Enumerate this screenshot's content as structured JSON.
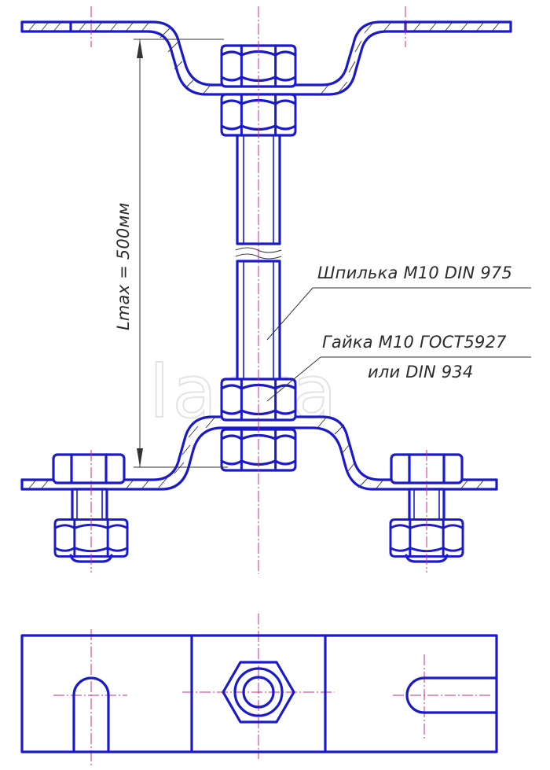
{
  "drawing": {
    "dimension_label": "Lmax = 500мм",
    "callouts": [
      {
        "id": "stud",
        "text": "Шпилька М10 DIN 975"
      },
      {
        "id": "nut_line1",
        "text": "Гайка М10 ГОСТ5927"
      },
      {
        "id": "nut_line2",
        "text": "или DIN 934"
      }
    ],
    "watermark": "lasta",
    "colors": {
      "outline": "#1a1acc",
      "axis": "#cc2a8a",
      "annotation": "#2b2b2b"
    }
  }
}
